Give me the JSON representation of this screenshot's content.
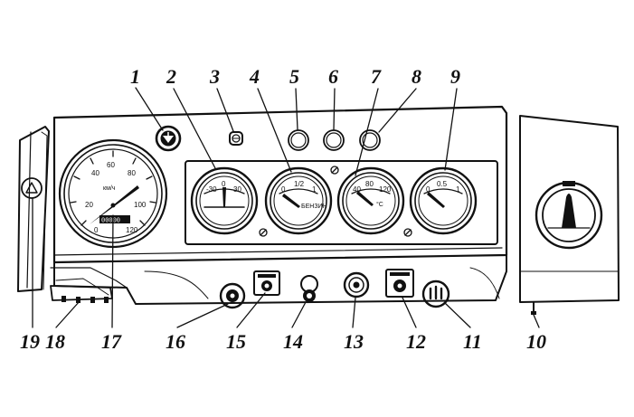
{
  "callouts": [
    "1",
    "2",
    "3",
    "4",
    "5",
    "6",
    "7",
    "8",
    "9",
    "10",
    "11",
    "12",
    "13",
    "14",
    "15",
    "16",
    "17",
    "18",
    "19"
  ],
  "speedometer": {
    "scale": [
      "20",
      "40",
      "60",
      "80",
      "100",
      "120",
      "0"
    ],
    "unit": "км/ч",
    "odometer": "00000"
  },
  "gauges": {
    "ammeter": {
      "scale": [
        "-30",
        "0",
        "30"
      ]
    },
    "fuel": {
      "scale": [
        "0",
        "1/2",
        "1"
      ],
      "unit": "БЕНЗИН"
    },
    "temperature": {
      "scale": [
        "40",
        "80",
        "120"
      ],
      "unit": "°C"
    },
    "oil_pressure": {
      "scale": [
        "0",
        "0.5",
        "1"
      ]
    }
  },
  "icons": {
    "warning": "triangle-warning-icon",
    "wiper": "wiper-icon",
    "headlight": "headlight-icon",
    "light_switch": "three-bar-switch-icon"
  }
}
